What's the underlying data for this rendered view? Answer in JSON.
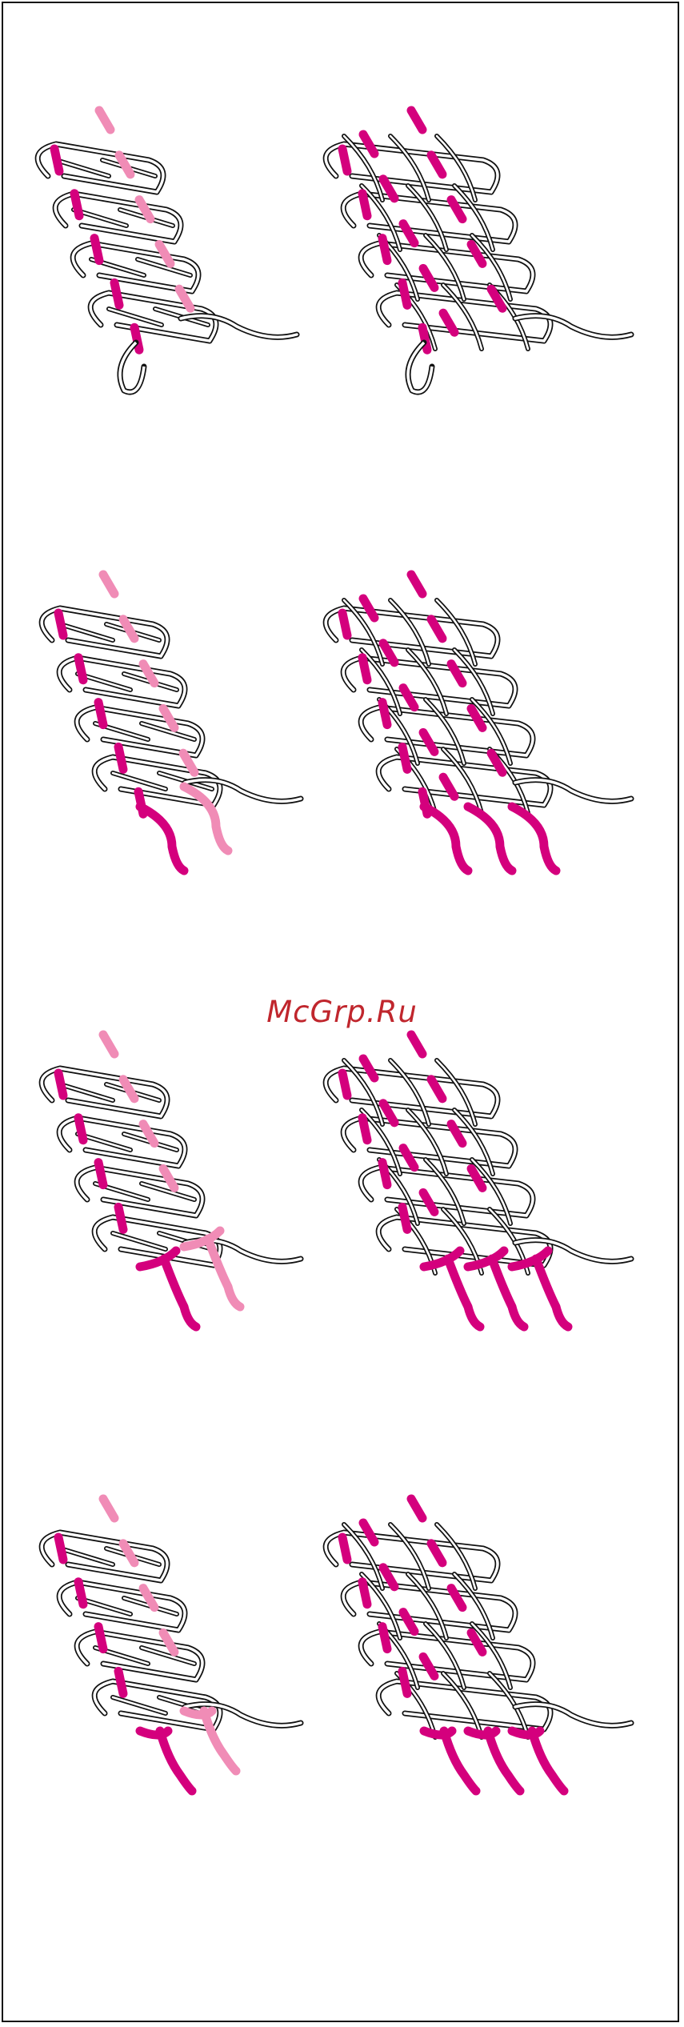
{
  "watermark": "McGrp.Ru",
  "colors": {
    "frame": "#111111",
    "outline": "#111111",
    "magenta": "#d4007d",
    "pink": "#f08cb6",
    "watermark": "#c0262d"
  },
  "panels": [
    {
      "row": 1,
      "side": "left",
      "rungs": 4,
      "pegs": 5,
      "tail": "loop"
    },
    {
      "row": 1,
      "side": "right",
      "rungs": 4,
      "pegs": 5,
      "tail": "loop"
    },
    {
      "row": 2,
      "side": "left",
      "rungs": 4,
      "pegs": 5,
      "tail": "loose-ends"
    },
    {
      "row": 2,
      "side": "right",
      "rungs": 4,
      "pegs": 5,
      "tail": "loose-ends"
    },
    {
      "row": 3,
      "side": "left",
      "rungs": 4,
      "pegs": 4,
      "tail": "tied"
    },
    {
      "row": 3,
      "side": "right",
      "rungs": 4,
      "pegs": 4,
      "tail": "tied"
    },
    {
      "row": 4,
      "side": "left",
      "rungs": 4,
      "pegs": 4,
      "tail": "knotted"
    },
    {
      "row": 4,
      "side": "right",
      "rungs": 4,
      "pegs": 4,
      "tail": "knotted"
    }
  ]
}
